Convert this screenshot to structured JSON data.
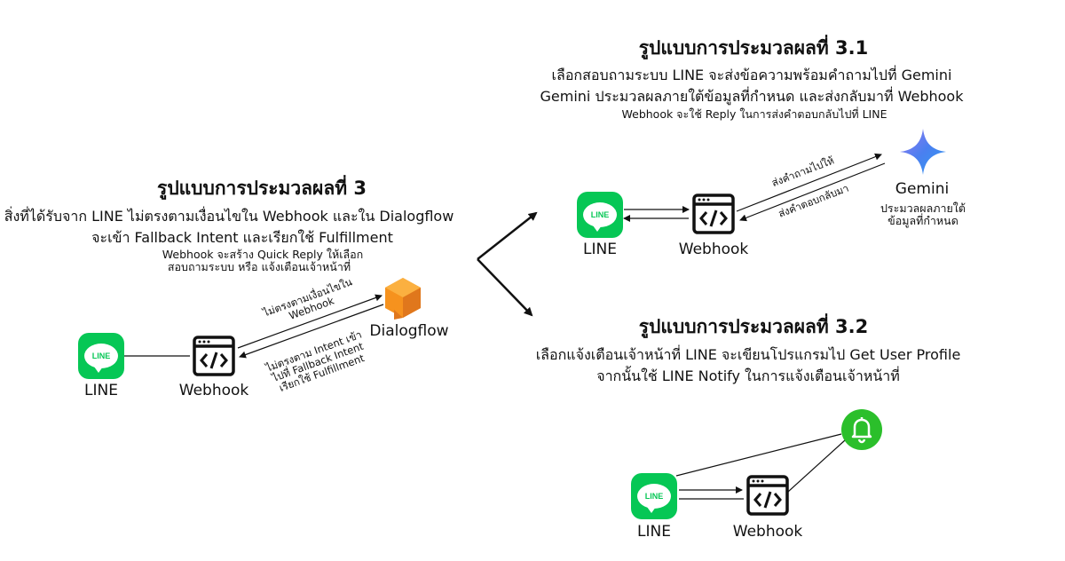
{
  "left": {
    "title": "รูปแบบการประมวลผลที่ 3",
    "line1": "สิ่งที่ได้รับจาก LINE ไม่ตรงตามเงื่อนไขใน Webhook และใน Dialogflow",
    "line2": "จะเข้า Fallback Intent และเรียกใช้ Fulfillment",
    "small1": "Webhook จะสร้าง Quick Reply ให้เลือก",
    "small2": "สอบถามระบบ หรือ แจ้งเตือนเจ้าหน้าที่",
    "line_label": "LINE",
    "webhook_label": "Webhook",
    "dialogflow_label": "Dialogflow",
    "arrow1_a": "ไม่ตรงตามเงื่อนไขใน",
    "arrow1_b": "Webhook",
    "arrow2_a": "ไม่ตรงตาม Intent เข้า",
    "arrow2_b": "ไปที่ Fallback Intent",
    "arrow2_c": "เรียกใช้ Fulfillment"
  },
  "top": {
    "title": "รูปแบบการประมวลผลที่ 3.1",
    "line1": "เลือกสอบถามระบบ LINE จะส่งข้อความพร้อมคำถามไปที่ Gemini",
    "line2": "Gemini ประมวลผลภายใต้ข้อมูลที่กำหนด และส่งกลับมาที่ Webhook",
    "small": "Webhook จะใช้ Reply ในการส่งคำตอบกลับไปที่ LINE",
    "line_label": "LINE",
    "webhook_label": "Webhook",
    "gemini_label": "Gemini",
    "gemini_note1": "ประมวลผลภายใต้",
    "gemini_note2": "ข้อมูลที่กำหนด",
    "send_label": "ส่งคำถามไปให้",
    "return_label": "ส่งคำตอบกลับมา"
  },
  "bottom": {
    "title": "รูปแบบการประมวลผลที่ 3.2",
    "line1": "เลือกแจ้งเตือนเจ้าหน้าที่ LINE จะเขียนโปรแกรมไป Get User Profile",
    "line2": "จากนั้นใช้ LINE Notify ในการแจ้งเตือนเจ้าหน้าที่",
    "line_label": "LINE",
    "webhook_label": "Webhook"
  },
  "icons": {
    "line": "line-app-icon",
    "webhook": "webhook-code-window-icon",
    "dialogflow": "dialogflow-icon",
    "gemini": "gemini-sparkle-icon",
    "notify": "bell-icon"
  },
  "colors": {
    "line_green": "#06c755",
    "dialogflow_orange": "#f6921e",
    "gemini_blue": "#4a7ff0",
    "notify_green": "#2bbf2b"
  }
}
